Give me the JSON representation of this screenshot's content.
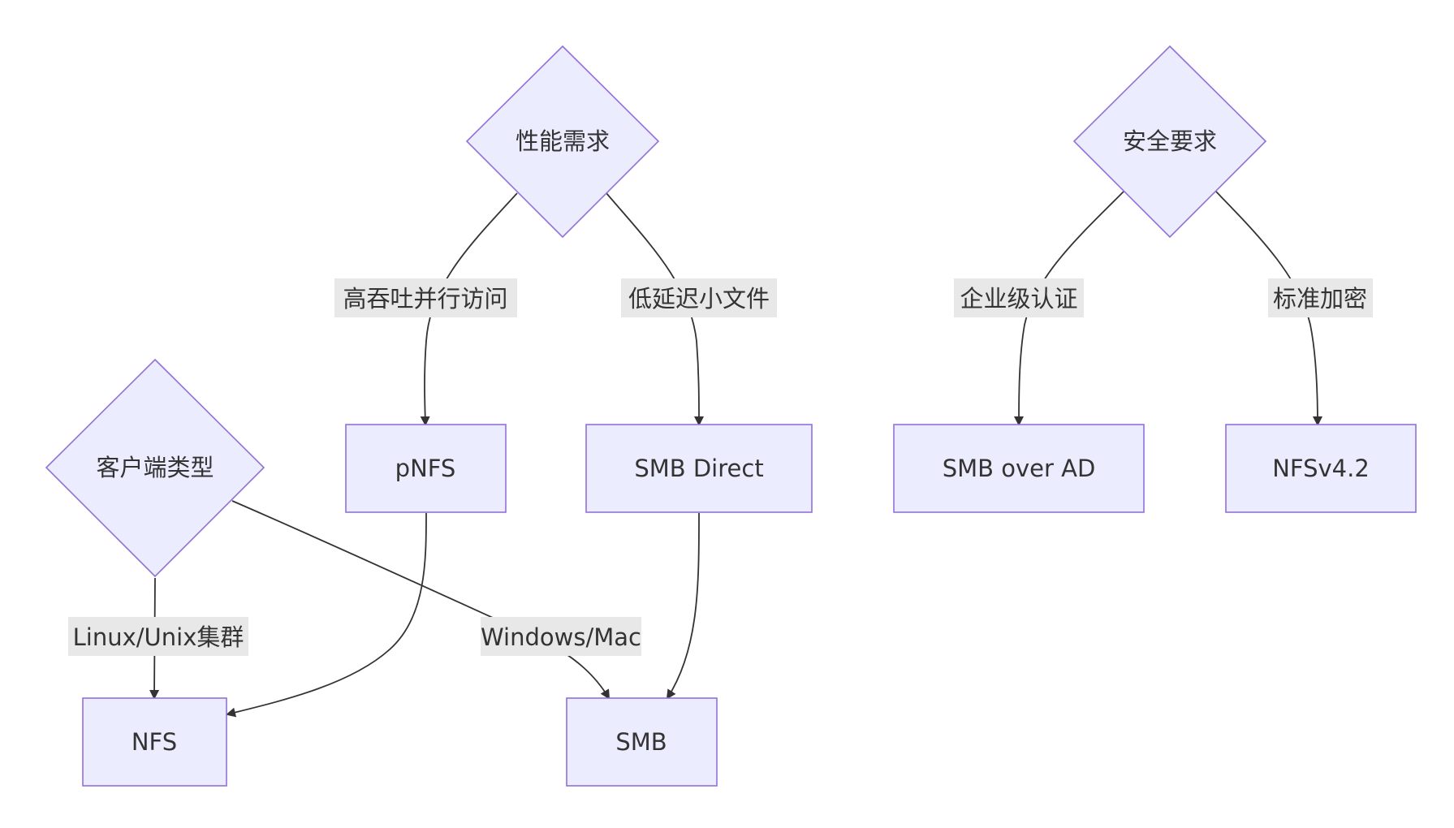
{
  "diagram": {
    "nodes": {
      "client_type": "客户端类型",
      "performance": "性能需求",
      "security": "安全要求",
      "pnfs": "pNFS",
      "smb_direct": "SMB Direct",
      "smb_over_ad": "SMB over AD",
      "nfsv42": "NFSv4.2",
      "nfs": "NFS",
      "smb": "SMB"
    },
    "edges": {
      "client_to_nfs": "Linux/Unix集群",
      "client_to_smb": "Windows/Mac",
      "perf_to_pnfs": "高吞吐并行访问",
      "perf_to_smbdirect": "低延迟小文件",
      "sec_to_smbad": "企业级认证",
      "sec_to_nfsv42": "标准加密"
    }
  },
  "colors": {
    "node_fill": "#ECECFF",
    "node_stroke": "#9370DB",
    "edge": "#333333",
    "edge_label_bg": "#e8e8e8",
    "text": "#333333"
  }
}
